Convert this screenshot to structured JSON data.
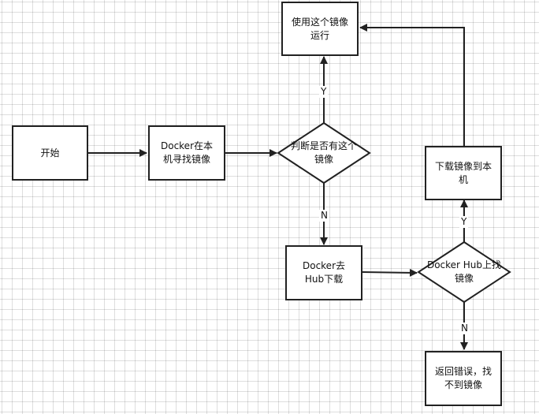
{
  "nodes": {
    "start": "开始",
    "local_search": "Docker在本\n机寻找镜像",
    "has_image": "判断是否有这个\n镜像",
    "run_image": "使用这个镜像\n运行",
    "hub_download": "Docker去\nHub下载",
    "hub_find": "Docker Hub上找\n镜像",
    "download_local": "下载镜像到本\n机",
    "error": "返回错误，找\n不到镜像"
  },
  "edge_labels": {
    "has_yes": "Y",
    "has_no": "N",
    "hub_yes": "Y",
    "hub_no": "N"
  }
}
